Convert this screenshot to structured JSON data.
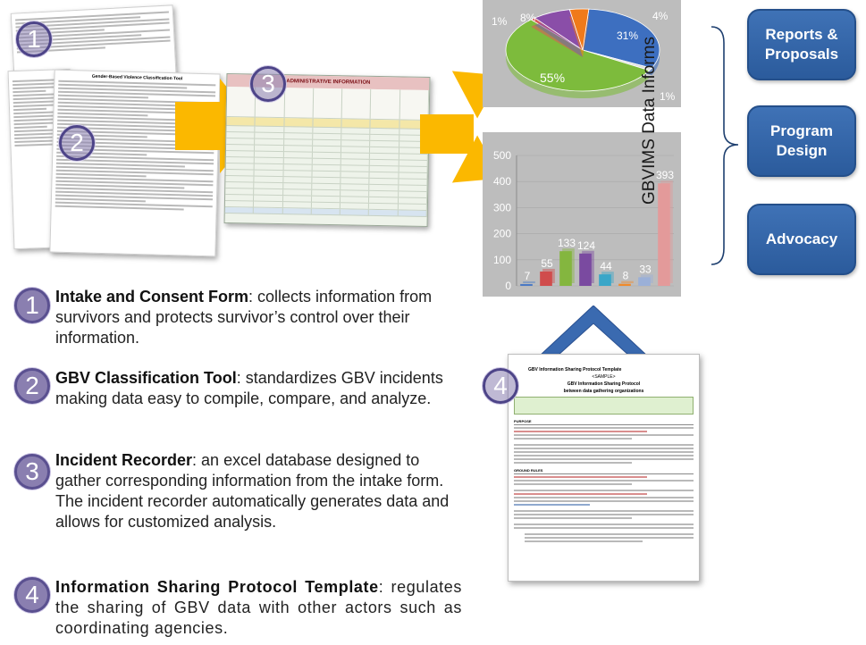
{
  "items": [
    {
      "number": "1",
      "title": "Intake and Consent Form",
      "text": ": collects information from survivors and protects survivor’s control over their information."
    },
    {
      "number": "2",
      "title": "GBV Classification Tool",
      "text": ": standardizes GBV incidents making data easy to compile, compare, and analyze."
    },
    {
      "number": "3",
      "title": "Incident Recorder",
      "text": ": an excel database designed to gather corresponding information from the intake form.  The incident recorder automatically generates data and allows for customized analysis."
    },
    {
      "number": "4",
      "title": "Information Sharing Protocol Template",
      "text": ": regulates the sharing of GBV data with other actors such as coordinating agencies."
    }
  ],
  "docs": {
    "classification_title": "Gender-Based Violence Classification Tool",
    "spreadsheet_title": "ADMINISTRATIVE INFORMATION",
    "protocol_heading": "GBV Information Sharing Protocol Template",
    "protocol_sample": "<SAMPLE>",
    "protocol_title": "GBV Information Sharing Protocol",
    "protocol_subtitle": "between data gathering organizations",
    "protocol_purpose": "PURPOSE",
    "protocol_ground_rules": "GROUND RULES"
  },
  "vertical_label": "GBVIMS Data Informs",
  "boxes": [
    "Reports & Proposals",
    "Program Design",
    "Advocacy"
  ],
  "colors": {
    "arrow": "#fbb800",
    "box": "#3065aa",
    "circle": "#8a7fb0",
    "up_arrow": "#3a6ab0"
  },
  "chart_data": [
    {
      "type": "pie",
      "slices": [
        {
          "label": "31%",
          "value": 31,
          "color": "#3d6fc0"
        },
        {
          "label": "1%",
          "value": 1,
          "color": "#e0e0e0"
        },
        {
          "label": "55%",
          "value": 55,
          "color": "#7dbb3c"
        },
        {
          "label": "1%",
          "value": 1,
          "color": "#d85a5a"
        },
        {
          "label": "8%",
          "value": 8,
          "color": "#8a4ea8"
        },
        {
          "label": "4%",
          "value": 4,
          "color": "#f07a1a"
        }
      ]
    },
    {
      "type": "bar",
      "values": [
        7,
        55,
        133,
        124,
        44,
        8,
        33,
        393
      ],
      "labels": [
        "7",
        "55",
        "133",
        "124",
        "44",
        "8",
        "33",
        "393"
      ],
      "colors": [
        "#4a79c4",
        "#d04c4c",
        "#84b63f",
        "#7a4aa0",
        "#3aa6c8",
        "#f08a2a",
        "#9bb0d8",
        "#e39a9a"
      ],
      "yticks": [
        "0",
        "100",
        "200",
        "300",
        "400",
        "500"
      ],
      "ylim": [
        0,
        500
      ]
    }
  ]
}
